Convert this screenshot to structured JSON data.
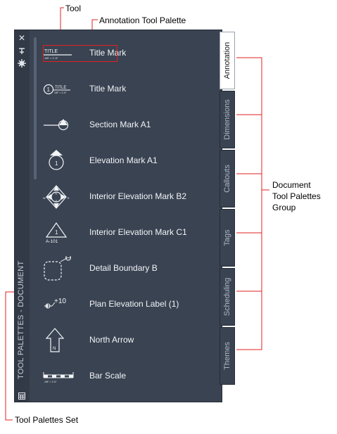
{
  "annotations": {
    "tool": "Tool",
    "annotation_tool_palette": "Annotation Tool Palette",
    "document_group_line1": "Document",
    "document_group_line2": "Tool Palettes",
    "document_group_line3": "Group",
    "tool_palettes_set": "Tool Palettes Set"
  },
  "palette": {
    "title": "TOOL PALETTES - DOCUMENT",
    "strip_icons": [
      "close-icon",
      "autohide-icon",
      "properties-icon",
      "palette-set-icon"
    ],
    "tools": [
      {
        "label": "Title Mark",
        "icon": "title-mark-icon"
      },
      {
        "label": "Title Mark",
        "icon": "title-mark-circle-icon"
      },
      {
        "label": "Section Mark A1",
        "icon": "section-mark-icon"
      },
      {
        "label": "Elevation Mark A1",
        "icon": "elevation-mark-icon"
      },
      {
        "label": "Interior Elevation Mark B2",
        "icon": "interior-elevation-b2-icon"
      },
      {
        "label": "Interior Elevation Mark C1",
        "icon": "interior-elevation-c1-icon"
      },
      {
        "label": "Detail Boundary B",
        "icon": "detail-boundary-icon"
      },
      {
        "label": "Plan Elevation Label (1)",
        "icon": "plan-elevation-label-icon"
      },
      {
        "label": "North Arrow",
        "icon": "north-arrow-icon"
      },
      {
        "label": "Bar Scale",
        "icon": "bar-scale-icon"
      }
    ],
    "icon_text": {
      "title_small": "TITLE",
      "scale_small": "1/8\" = 1'-0\"",
      "circle_num": "1",
      "plan_elev": "+10",
      "int_elev_c1_ref": "A-101",
      "n": "N",
      "s": "S",
      "e": "E",
      "w": "W"
    },
    "tabs": [
      {
        "label": "Annotation",
        "active": true
      },
      {
        "label": "Dimensions",
        "active": false
      },
      {
        "label": "Callouts",
        "active": false
      },
      {
        "label": "Tags",
        "active": false
      },
      {
        "label": "Scheduling",
        "active": false
      },
      {
        "label": "Themes",
        "active": false
      }
    ]
  },
  "colors": {
    "panel": "#3a4352",
    "callout_line": "#e02020",
    "tab_active": "#ffffff",
    "text_light": "#f2f4f7"
  }
}
